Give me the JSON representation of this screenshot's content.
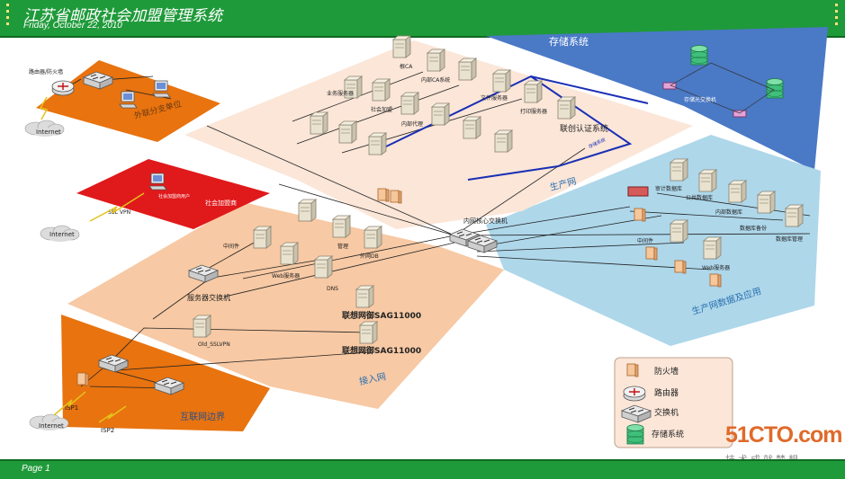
{
  "header": {
    "title": "江苏省邮政社会加盟管理系统",
    "date": "Friday, October 22, 2010"
  },
  "footer": {
    "page": "Page 1"
  },
  "zones": {
    "storage": "存储系统",
    "production": "生产网",
    "production_data": "生产网数据及应用",
    "access": "接入网",
    "internet_edge": "互联网边界",
    "branch": "外联分支单位",
    "red": "社会加盟商"
  },
  "labels": {
    "router_fw": "路由器/防火墙",
    "internet": "Internet",
    "ssl_vpn": "SSL VPN",
    "red_pc": "社会加盟商用户",
    "core_switch": "内网核心交换机",
    "server_switch": "服务器交换机",
    "sag1": "联想网御SAG11000",
    "sag2": "联想网御SAG11000",
    "old_sslvpn": "Old_SSLVPN",
    "isp1": "ISP1",
    "isp2": "ISP2",
    "mid": "中间件",
    "mgmt": "管理",
    "ext_db": "外网DB",
    "web_server": "Web服务器",
    "dns": "DNS",
    "ca_root": "根CA",
    "ca_inner": "内部CA系统",
    "biz_server": "业务服务器",
    "social_join": "社会加盟",
    "inner_proxy": "内部代理",
    "file_server": "文件服务器",
    "print_server": "打印服务器",
    "unicert": "联创认证系统",
    "san_switch": "存储光交换机",
    "audit_db": "审计数据库",
    "public_db": "公共数据库",
    "inner_db": "内部数据库",
    "db_backup": "数据库备份",
    "db_mgmt": "数据库管理",
    "mid2": "中间件",
    "web_server2": "Web服务器",
    "storage_link": "存储系统"
  },
  "legend": {
    "firewall": "防火墙",
    "router": "路由器",
    "switch": "交换机",
    "storage": "存储系统"
  },
  "watermark": {
    "brand": "51CTO.com",
    "slogan": "技术成就梦想"
  },
  "colors": {
    "header": "#1f9a3a",
    "orange": "#e8730f",
    "peach": "#f7c9a4",
    "pale_peach": "#fbe6d8",
    "light_blue": "#aed7ea",
    "blue": "#4a79c6",
    "red": "#e0191b",
    "link_blue": "#1a2fb5"
  }
}
